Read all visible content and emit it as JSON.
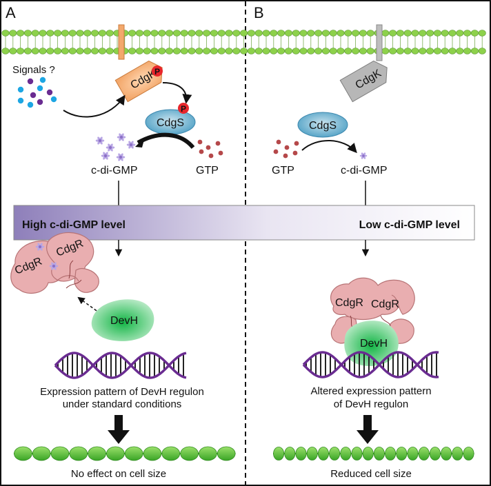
{
  "panels": {
    "a": "A",
    "b": "B"
  },
  "labels": {
    "signals": "Signals ?",
    "cdgk": "CdgK",
    "cdgs": "CdgS",
    "phospho": "P",
    "cdigmp": "c-di-GMP",
    "gtp": "GTP",
    "cdgr": "CdgR",
    "devh": "DevH"
  },
  "band": {
    "high": "High c-di-GMP level",
    "low": "Low c-di-GMP level"
  },
  "captions": {
    "a_line1": "Expression pattern  of DevH regulon",
    "a_line2": "under standard conditions",
    "b_line1": "Altered expression pattern",
    "b_line2": "of DevH regulon"
  },
  "results": {
    "a": "No effect on cell size",
    "b": "Reduced cell size"
  },
  "colors": {
    "membrane": "#8dd14b",
    "cdgk_active": "#f3a86c",
    "cdgk_inactive": "#b7b7b7",
    "cdgs": "#4d9fc4",
    "phospho": "#e8262b",
    "cdgr": "#e9aeb0",
    "devh": "#12b545",
    "c_di_gmp": "#8b6fc6",
    "gtp": "#b5484a",
    "dna": "#6a2c91",
    "signal_blue": "#1da6e3",
    "signal_purple": "#6a2c91"
  }
}
